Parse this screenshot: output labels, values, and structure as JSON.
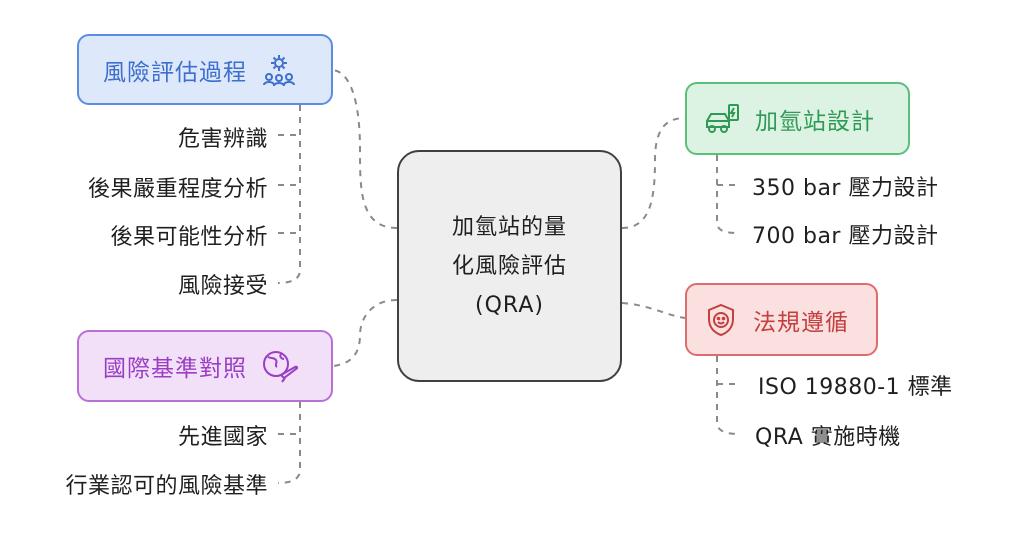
{
  "center": {
    "line1": "加氫站的量",
    "line2": "化風險評估",
    "line3": "(QRA)"
  },
  "branches": {
    "risk_process": {
      "label": "風險評估過程",
      "icon": "gear-people-icon",
      "color": "#5b8de3",
      "items": [
        "危害辨識",
        "後果嚴重程度分析",
        "後果可能性分析",
        "風險接受"
      ]
    },
    "intl_standards": {
      "label": "國際基準對照",
      "icon": "globe-plane-icon",
      "color": "#b870d8",
      "items": [
        "先進國家",
        "行業認可的風險基準"
      ]
    },
    "station_design": {
      "label": "加氫站設計",
      "icon": "car-charging-icon",
      "color": "#5bbf7a",
      "items": [
        "350 bar 壓力設計",
        "700 bar 壓力設計"
      ]
    },
    "regulations": {
      "label": "法規遵循",
      "icon": "shield-face-icon",
      "color": "#df6c6c",
      "items": [
        "ISO 19880-1 標準",
        "QRA 實施時機"
      ]
    }
  }
}
